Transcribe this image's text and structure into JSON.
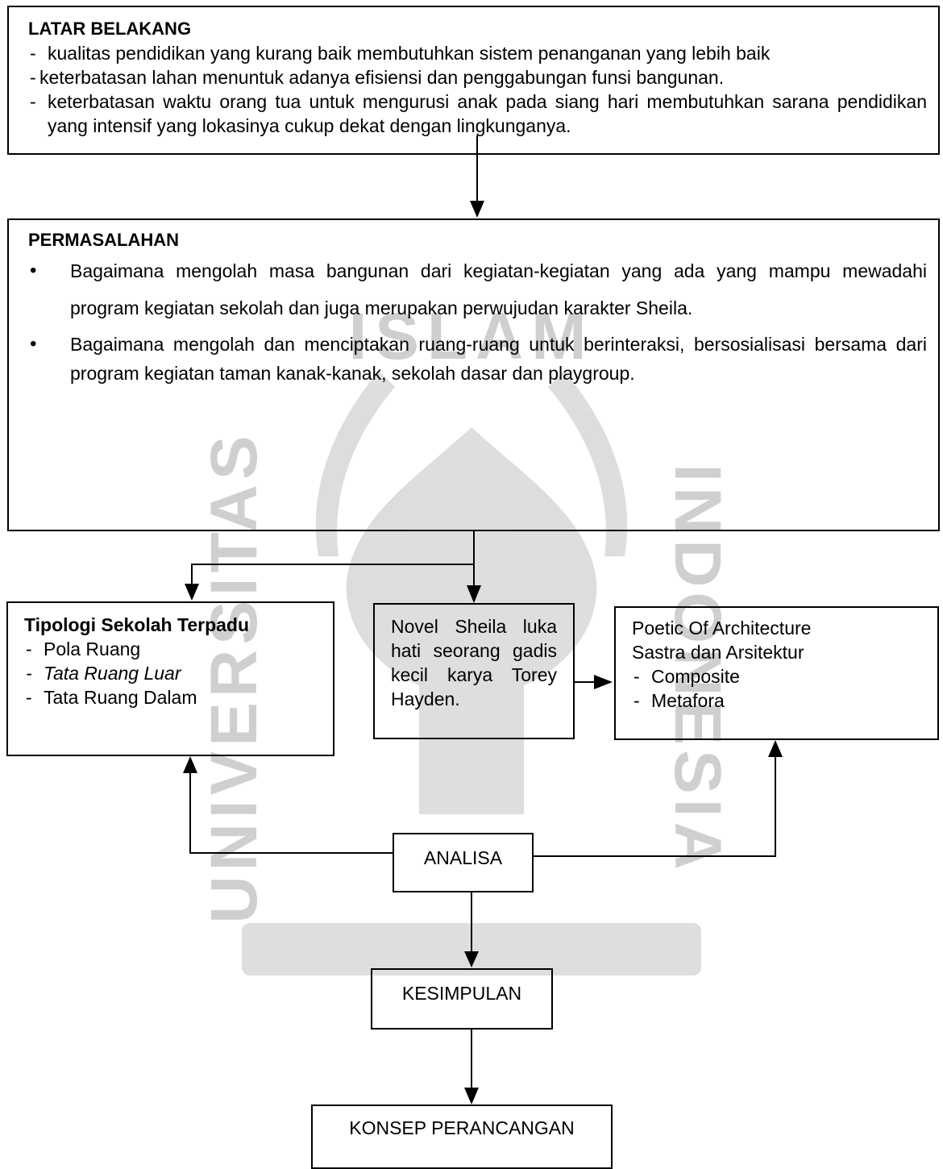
{
  "latar": {
    "heading": "LATAR BELAKANG",
    "items": [
      "kualitas pendidikan yang kurang baik membutuhkan sistem penanganan yang lebih baik",
      "keterbatasan lahan menuntuk adanya efisiensi dan penggabungan funsi bangunan.",
      "keterbatasan waktu orang tua untuk mengurusi anak pada siang hari membutuhkan sarana pendidikan yang intensif yang lokasinya cukup dekat dengan lingkunganya."
    ]
  },
  "permasalahan": {
    "heading": "PERMASALAHAN",
    "items": [
      "Bagaimana mengolah masa bangunan dari kegiatan-kegiatan yang ada yang mampu mewadahi program kegiatan sekolah dan juga merupakan perwujudan karakter Sheila.",
      "Bagaimana mengolah dan menciptakan ruang-ruang untuk berinteraksi, bersosialisasi bersama dari program kegiatan taman kanak-kanak, sekolah dasar dan playgroup."
    ]
  },
  "tipologi": {
    "heading": "Tipologi Sekolah Terpadu",
    "items": [
      "Pola Ruang",
      "Tata Ruang Luar",
      "Tata Ruang Dalam"
    ]
  },
  "novel": {
    "text": "Novel Sheila luka hati seorang gadis kecil karya Torey Hayden."
  },
  "poetic": {
    "line1": "Poetic Of Architecture",
    "line2": "Sastra dan Arsitektur",
    "items": [
      "Composite",
      "Metafora"
    ]
  },
  "analisa": {
    "label": "ANALISA"
  },
  "kesimpulan": {
    "label": "KESIMPULAN"
  },
  "konsep": {
    "label": "KONSEP PERANCANGAN"
  },
  "watermark": {
    "arc_top": "ISLAM",
    "arc_left": "UNIVERSITAS",
    "arc_right": "INDONESIA"
  }
}
